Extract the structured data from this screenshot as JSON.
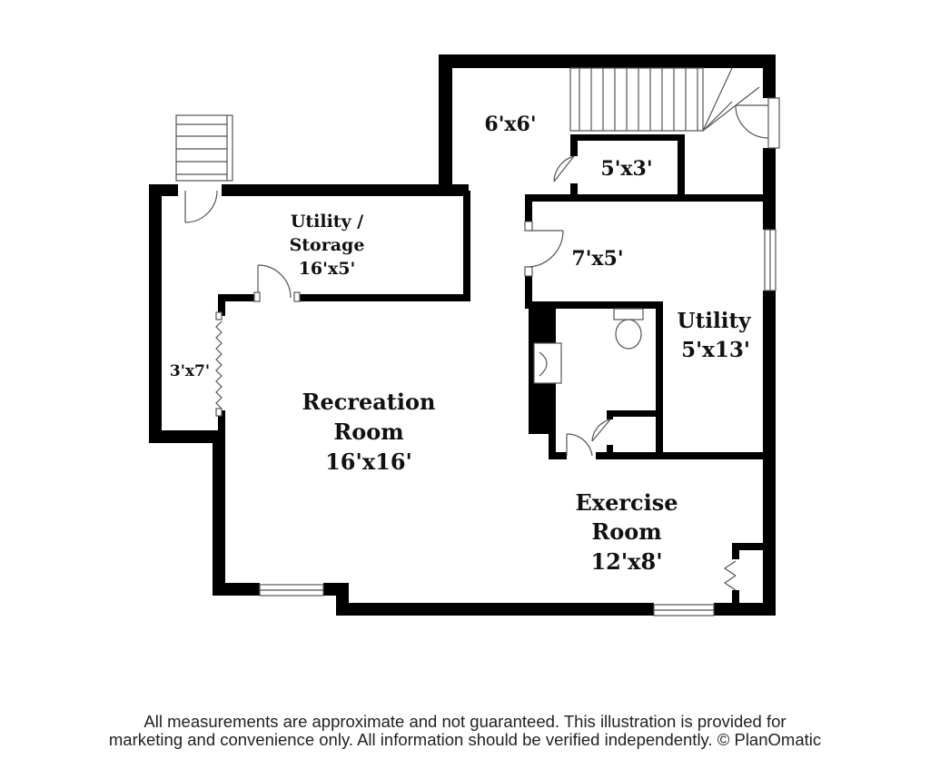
{
  "rooms": {
    "landing": {
      "dims": "6'x6'"
    },
    "closet_top": {
      "dims": "5'x3'"
    },
    "utility_storage": {
      "name_line1": "Utility /",
      "name_line2": "Storage",
      "dims": "16'x5'"
    },
    "hall": {
      "dims": "7'x5'"
    },
    "closet_left": {
      "dims": "3'x7'"
    },
    "utility_right": {
      "name": "Utility",
      "dims": "5'x13'"
    },
    "recreation": {
      "name_line1": "Recreation",
      "name_line2": "Room",
      "dims": "16'x16'"
    },
    "exercise": {
      "name_line1": "Exercise",
      "name_line2": "Room",
      "dims": "12'x8'"
    }
  },
  "footer": {
    "line1": "All measurements are approximate and not guaranteed. This illustration is provided for",
    "line2": "marketing and convenience only. All information should be verified independently. © PlanOmatic"
  },
  "colors": {
    "wall": "#000000",
    "background": "#ffffff",
    "fixture_line": "#555555"
  }
}
